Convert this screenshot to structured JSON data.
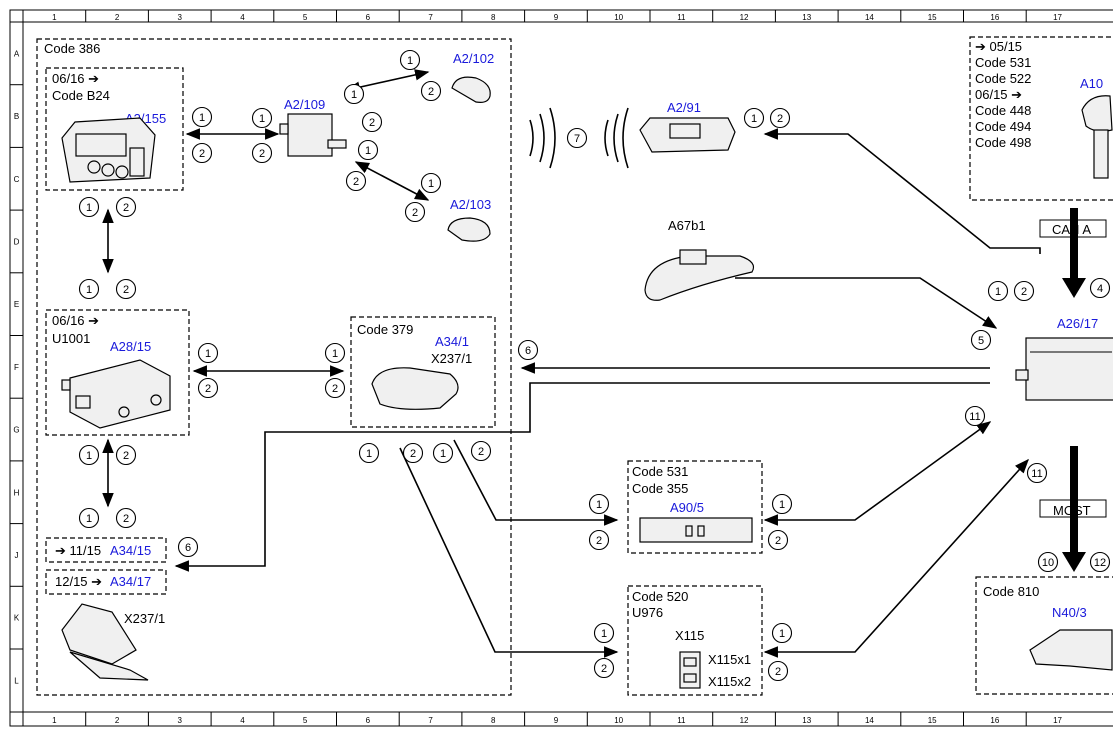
{
  "grid": {
    "columns": [
      "1",
      "2",
      "3",
      "4",
      "5",
      "6",
      "7",
      "8",
      "9",
      "10",
      "11",
      "12",
      "13",
      "14",
      "15",
      "16",
      "17"
    ],
    "rows": [
      "A",
      "B",
      "C",
      "D",
      "E",
      "F",
      "G",
      "H",
      "J",
      "K",
      "L"
    ]
  },
  "groups": {
    "main_code": "Code 386",
    "a2_155_codes": [
      "06/16 ➔",
      "Code B24"
    ],
    "a28_15_codes": [
      "06/16 ➔",
      "U1001"
    ],
    "a34_1_code": "Code 379",
    "top_right_codes": [
      "➔ 05/15",
      "Code 531",
      "Code 522",
      "06/15 ➔",
      "Code 448",
      "Code 494",
      "Code 498"
    ],
    "a90_5_codes": [
      "Code 531",
      "Code 355"
    ],
    "u976_codes": [
      "Code 520",
      "U976"
    ],
    "n40_3_code": "Code 810",
    "a34_15_prefix": "➔ 11/15",
    "a34_17_prefix": "12/15 ➔"
  },
  "components": {
    "a2_155": "A2/155",
    "a2_109": "A2/109",
    "a2_102": "A2/102",
    "a2_103": "A2/103",
    "a2_91": "A2/91",
    "a10": "A10",
    "a67b1": "A67b1",
    "a26_17": "A26/17",
    "a28_15": "A28/15",
    "a34_1": "A34/1",
    "x237_1_top": "X237/1",
    "a34_15": "A34/15",
    "a34_17": "A34/17",
    "x237_1_bottom": "X237/1",
    "a90_5": "A90/5",
    "x115": "X115",
    "x115x1": "X115x1",
    "x115x2": "X115x2",
    "n40_3": "N40/3"
  },
  "buses": {
    "can": "CAN A",
    "most": "MOST"
  },
  "connection_numbers": {
    "n1": "1",
    "n2": "2",
    "n4": "4",
    "n5": "5",
    "n6": "6",
    "n7": "7",
    "n10": "10",
    "n11": "11",
    "n12": "12"
  },
  "colors": {
    "component_label": "#1a1adb",
    "line": "#000000"
  }
}
